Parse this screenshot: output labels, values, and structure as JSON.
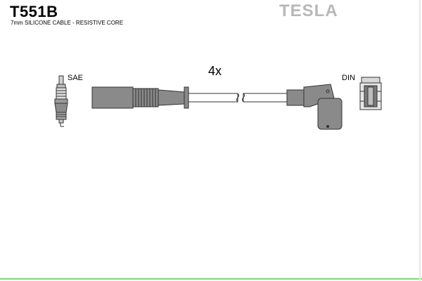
{
  "header": {
    "part_number": "T551B",
    "subtitle": "7mm SILICONE CABLE - RESISTIVE CORE",
    "brand": "TESLA"
  },
  "diagram": {
    "quantity": "4x",
    "left_connector_label": "SAE",
    "right_connector_label": "DIN"
  },
  "colors": {
    "boot_fill": "#8a8a8a",
    "boot_stroke": "#333333",
    "cable_fill": "#ffffff",
    "brand_grey": "#b8b8b8",
    "bottom_rule": "#7dd87d"
  }
}
